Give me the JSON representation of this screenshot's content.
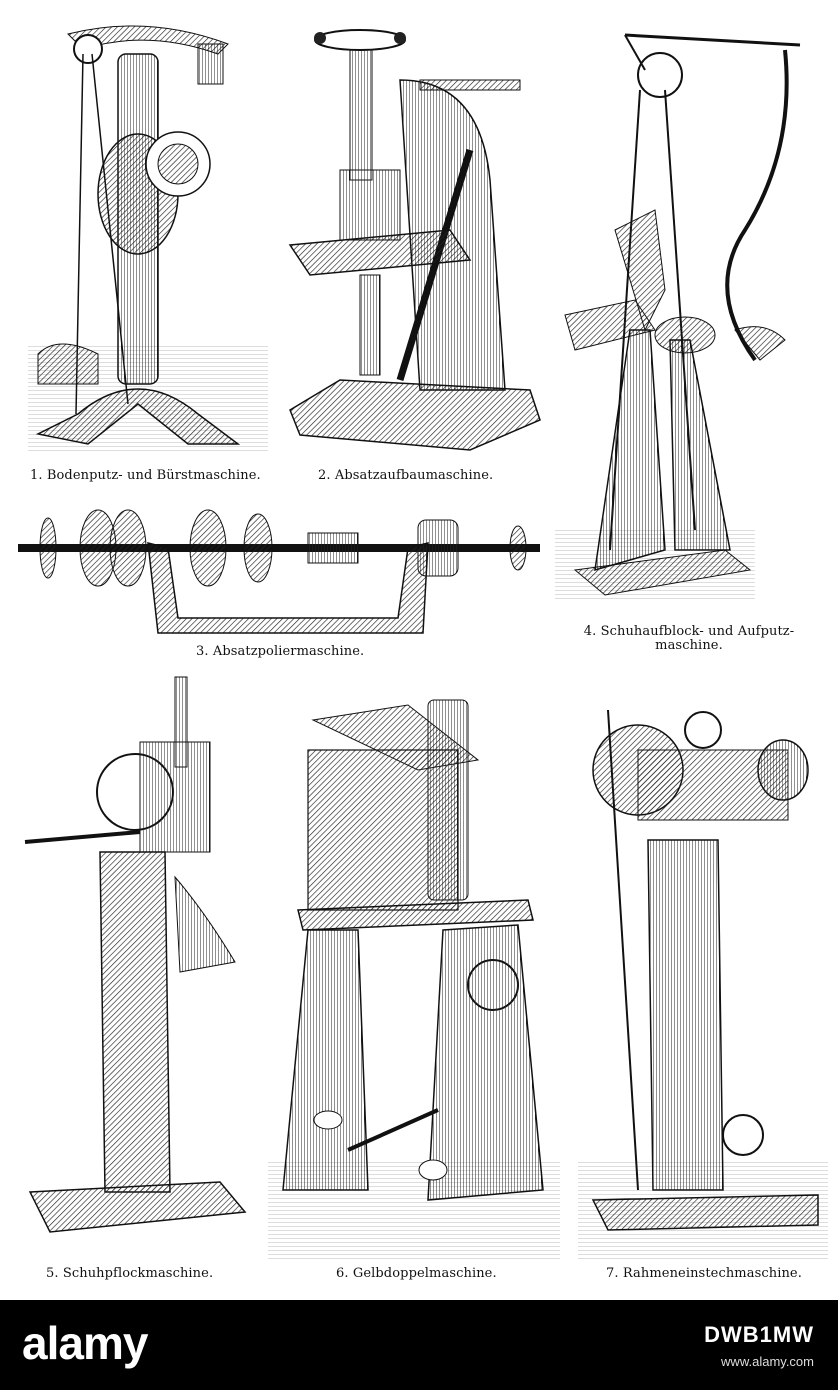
{
  "captions": {
    "fig1": "1. Bodenputz- und Bürstmaschine.",
    "fig2": "2. Absatzaufbaumaschine.",
    "fig3": "3. Absatzpoliermaschine.",
    "fig4_line1": "4. Schuhaufblock- und Aufputz-",
    "fig4_line2": "maschine.",
    "fig5": "5. Schuhpflockmaschine.",
    "fig6": "6. Gelbdoppelmaschine.",
    "fig7": "7. Rahmeneinstechmaschine."
  },
  "footer": {
    "brand": "alamy",
    "image_code": "DWB1MW",
    "site": "www.alamy.com"
  }
}
